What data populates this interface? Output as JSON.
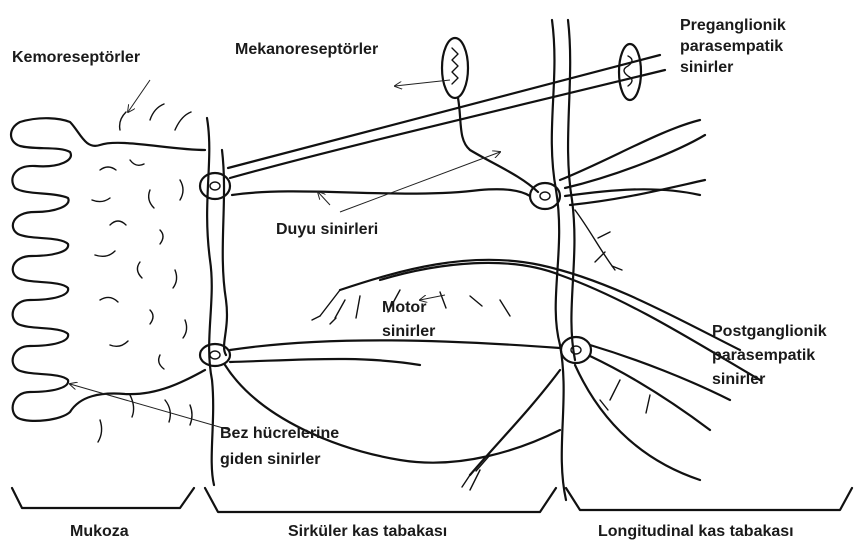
{
  "labels": {
    "kemoreseptorler": "Kemoreseptörler",
    "mekanoreseptorler": "Mekanoreseptörler",
    "preganglionik_1": "Preganglionik",
    "preganglionik_2": "parasempatik",
    "preganglionik_3": "sinirler",
    "duyu": "Duyu sinirleri",
    "motor_1": "Motor",
    "motor_2": "sinirler",
    "postganglionik_1": "Postganglionik",
    "postganglionik_2": "parasempatik",
    "postganglionik_3": "sinirler",
    "bez_1": "Bez hücrelerine",
    "bez_2": "giden sinirler"
  },
  "layers": {
    "mukoza": "Mukoza",
    "sirkuler": "Sirküler kas tabakası",
    "longitudinal": "Longitudinal kas tabakası"
  },
  "colors": {
    "ink": "#111111",
    "background": "#ffffff"
  }
}
